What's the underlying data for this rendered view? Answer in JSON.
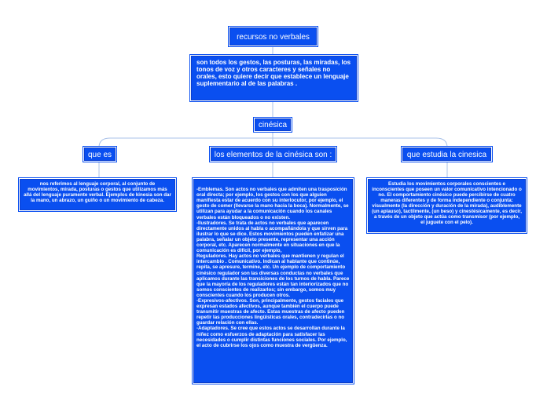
{
  "colors": {
    "node_fill": "#0a4ff0",
    "node_text": "#ffffff",
    "connector": "#a8c0e8"
  },
  "nodes": {
    "root": {
      "label": "recursos no verbales"
    },
    "definition": {
      "text": "son todos los gestos, las posturas, las miradas, los tonos de voz y otros caracteres y señales no orales, esto quiere decir que establece un lenguaje suplementario al de las palabras ."
    },
    "kinesics": {
      "label": "cinésica"
    },
    "what_is": {
      "label": "que es",
      "text": "nos referimos al lenguaje corporal, al conjunto de movimientos, mirada, posturas o gestos que utilizamos más allá del lenguaje puramente verbal. Ejemplos de kinesia son dar la mano, un abrazo, un guiño o un movimiento de cabeza."
    },
    "elements": {
      "label": "los elementos de la cinésica son :",
      "text": "-Emblemas. Son actos no verbales que admiten una trasposición oral directa; por ejemplo, los gestos con los que alguien manifiesta estar de acuerdo con su interlocutor, por ejemplo, el gesto de comer (llevarse la mano hacia la boca). Normalmente, se utilizan para ayudar a la comunicación cuando los canales verbales están bloqueados o no existen.\n-Ilustradores. Se trata de actos no verbales que aparecen directamente unidos al habla o acompañándola y que sirven para ilustrar lo que se dice. Estos movimientos pueden enfatizar una palabra, señalar un objeto presente, representar una acción corporal, etc. Aparecen normalmente en situaciones en que la comunicación es difícil, por ejemplo,\nReguladores. Hay actos no verbales que mantienen y regulan el intercambio .   Comunicativo. Indican al hablante que continúe, repita, se apresure, termine, etc. Un ejemplo de comportamiento cinésico regulador son las diversas conductas no verbales que aplicamos durante las transiciones de los turnos de habla. Parece que la mayoría de los reguladores están tan interiorizados que no somos conscientes de realizarlos; sin embargo, somos muy conscientes cuando los producen otros.\n-Expresivos-afectivos. Son, principalmente, gestos faciales que expresan estados afectivos, aunque también el cuerpo puede transmitir muestras de afecto. Estas muestras de afecto pueden repetir las producciones lingüísticas orales, contradecirlas o no guardar relación con ellas.\n-Adaptadores. Se cree que estos actos se desarrollan durante la niñez como esfuerzos de adaptación para satisfacer las necesidades o cumplir distintas funciones sociales. Por ejemplo, el acto de cubrirse los ojos como muestra de vergüenza."
    },
    "studies": {
      "label": "que estudia la cinesica",
      "text": "Estudia los movimientos corporales conscientes e inconscientes que poseen un valor comunicativo intencionado o no. El comportamiento cinésico puede percibirse de cuatro maneras diferentes y de forma independiente o conjunta: visualmente (la dirección y duración de la mirada), audiblemente (un aplauso), tactilmente, (un beso) y cinestésicamente, es decir, a través de un objeto que actúa como transmisor (por ejemplo, el juguete con el pelo)."
    }
  }
}
